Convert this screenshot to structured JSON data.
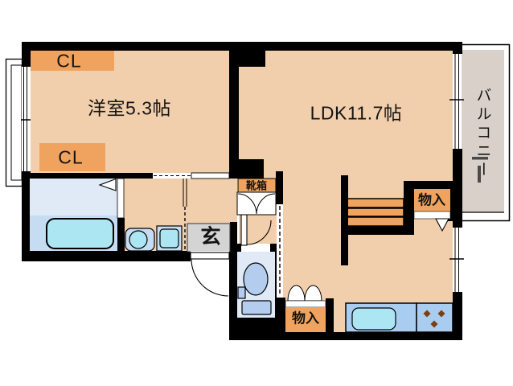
{
  "plan": {
    "title": "1LDK apartment floor plan",
    "rooms": {
      "western_room": {
        "label": "洋室5.3帖"
      },
      "ldk": {
        "label": "LDK11.7帖"
      },
      "balcony": {
        "label": "バルコニー"
      },
      "entrance": {
        "label": "玄"
      },
      "closet_top": {
        "label": "CL"
      },
      "closet_bottom": {
        "label": "CL"
      },
      "shoe_box": {
        "label": "靴箱"
      },
      "storage_upper": {
        "label": "物入"
      },
      "storage_lower": {
        "label": "物入"
      }
    },
    "colors": {
      "wall": "#000000",
      "floor": "#F2CFAC",
      "accent": "#F0A35E",
      "balcony_floor": "#D9D1C9",
      "entrance_floor": "#D4D4D4",
      "bath_light": "#DFEAF6",
      "bath_shade": "#C6DCF2",
      "water": "#ACE6F2",
      "fixture": "#B4CDEF",
      "counter": "#A9CDF0",
      "burner": "#7B3F10"
    }
  }
}
